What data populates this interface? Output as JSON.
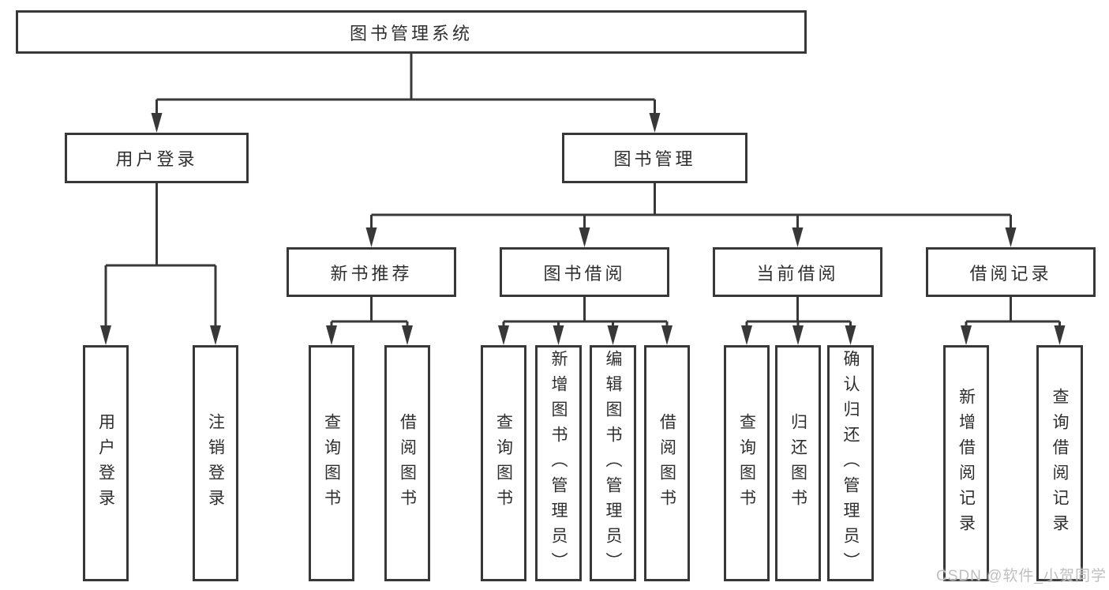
{
  "diagram": {
    "root": {
      "label": "图书管理系统"
    },
    "level2": [
      {
        "label": "用户登录"
      },
      {
        "label": "图书管理"
      }
    ],
    "level3": [
      {
        "label": "新书推荐"
      },
      {
        "label": "图书借阅"
      },
      {
        "label": "当前借阅"
      },
      {
        "label": "借阅记录"
      }
    ],
    "leaves": {
      "user_login": [
        {
          "label": "用户登录"
        },
        {
          "label": "注销登录"
        }
      ],
      "new_book_recommendation": [
        {
          "label": "查询图书"
        },
        {
          "label": "借阅图书"
        }
      ],
      "book_borrowing": [
        {
          "label": "查询图书"
        },
        {
          "label": "新增图书（管理员）"
        },
        {
          "label": "编辑图书（管理员）"
        },
        {
          "label": "借阅图书"
        }
      ],
      "current_borrowing": [
        {
          "label": "查询图书"
        },
        {
          "label": "归还图书"
        },
        {
          "label": "确认归还（管理员）"
        }
      ],
      "borrowing_records": [
        {
          "label": "新增借阅记录"
        },
        {
          "label": "查询借阅记录"
        }
      ]
    }
  },
  "watermark": {
    "text": "CSDN @软件_小贺同学"
  },
  "colors": {
    "line": "#383838",
    "text": "#2f2f2f",
    "watermark": "#bfbfbf",
    "background": "#ffffff"
  }
}
